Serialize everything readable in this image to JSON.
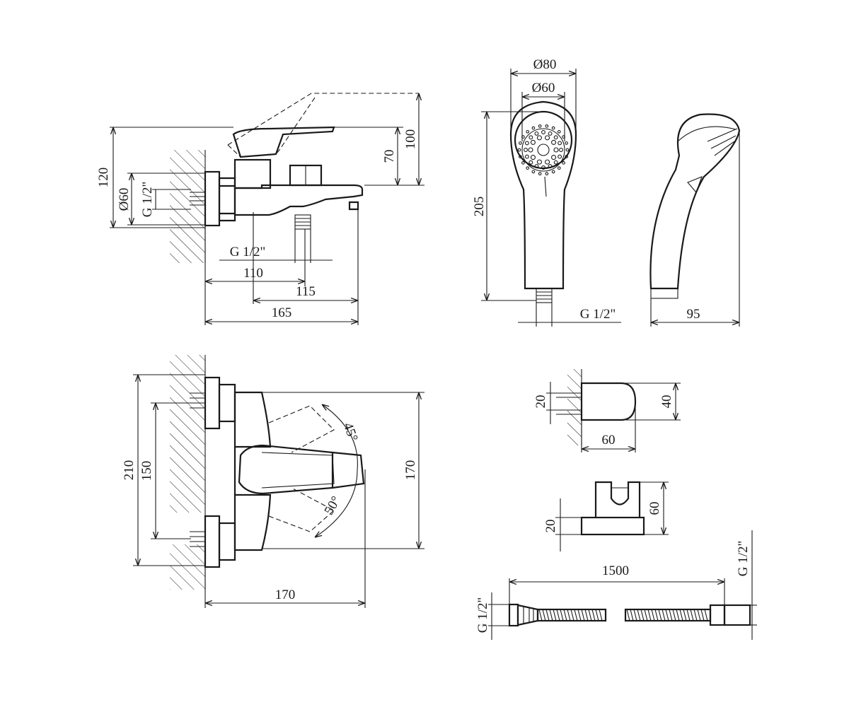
{
  "mixer_side": {
    "labels": {
      "d120": "120",
      "d60": "Ø60",
      "thread_wall": "G 1/2\"",
      "d70": "70",
      "d100": "100",
      "thread_outlet": "G 1/2\"",
      "d110": "110",
      "d115": "115",
      "d165": "165"
    }
  },
  "hand_shower": {
    "labels": {
      "d80": "Ø80",
      "d60": "Ø60",
      "d205": "205",
      "thread": "G 1/2\"",
      "d95": "95"
    }
  },
  "mixer_top": {
    "labels": {
      "d210": "210",
      "d150": "150",
      "d170_h": "170",
      "d170_v": "170",
      "a45": "45°",
      "a50": "50°"
    }
  },
  "wall_holder": {
    "labels": {
      "d20": "20",
      "d40": "40",
      "d60": "60"
    }
  },
  "bracket": {
    "labels": {
      "d20": "20",
      "d60": "60"
    }
  },
  "hose": {
    "labels": {
      "length": "1500",
      "thread_left": "G 1/2\"",
      "thread_right": "G 1/2\""
    }
  }
}
